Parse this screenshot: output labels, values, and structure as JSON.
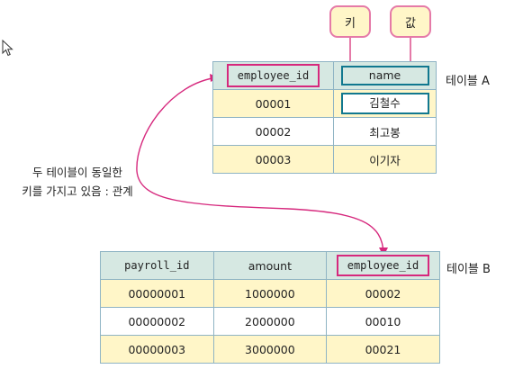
{
  "colors": {
    "header_bg": "#d6e8e2",
    "row_yellow": "#fff6c8",
    "border": "#8fb4c4",
    "key_highlight": "#d6287d",
    "name_highlight": "#11788f",
    "callout_border": "#e57aa8"
  },
  "table_a": {
    "label": "테이블 A",
    "headers": [
      "employee_id",
      "name"
    ],
    "rows": [
      [
        "00001",
        "김철수"
      ],
      [
        "00002",
        "최고봉"
      ],
      [
        "00003",
        "이기자"
      ]
    ]
  },
  "table_b": {
    "label": "테이블 B",
    "headers": [
      "payroll_id",
      "amount",
      "employee_id"
    ],
    "rows": [
      [
        "00000001",
        "1000000",
        "00002"
      ],
      [
        "00000002",
        "2000000",
        "00010"
      ],
      [
        "00000003",
        "3000000",
        "00021"
      ]
    ]
  },
  "callouts": {
    "key": "키",
    "value": "값"
  },
  "note": {
    "line1": "두 테이블이 동일한",
    "line2": "키를 가지고 있음 : 관계"
  },
  "icons": {
    "cursor": "mouse-pointer-icon"
  }
}
